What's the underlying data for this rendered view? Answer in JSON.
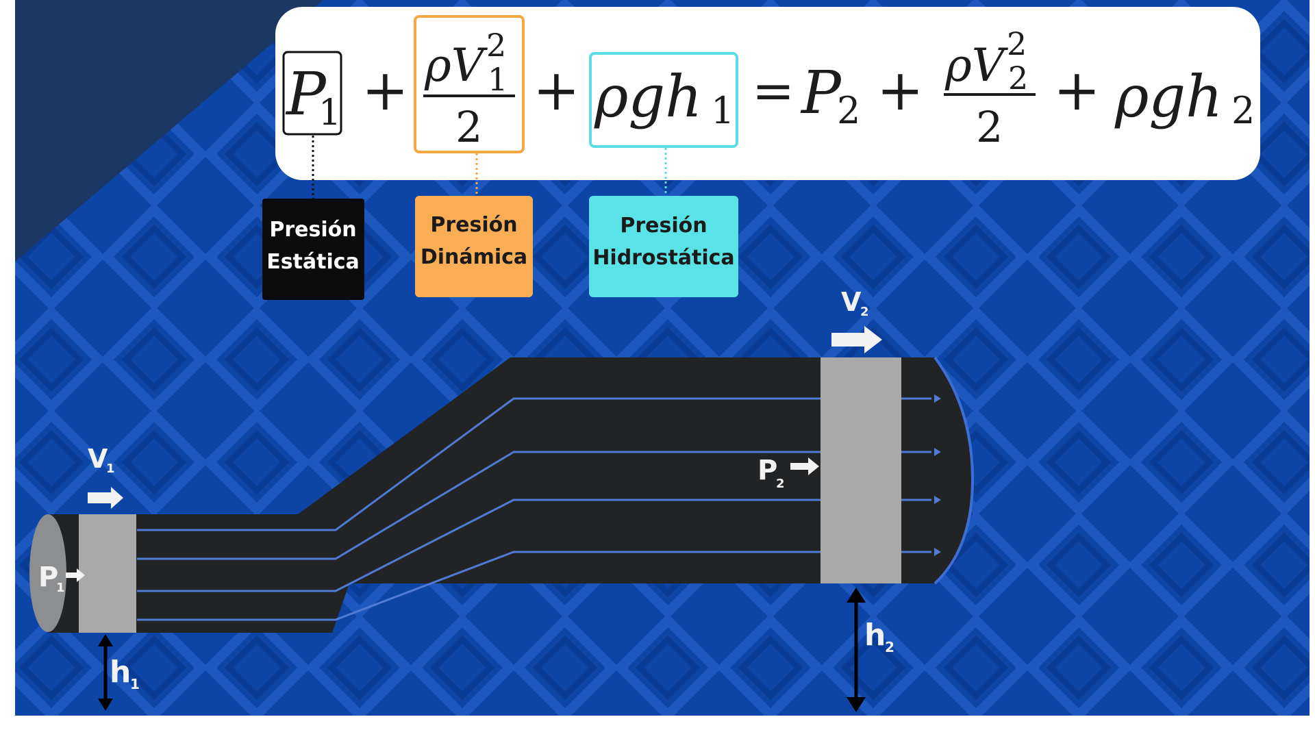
{
  "colors": {
    "background_blue": "#0d45a7",
    "corner_navy": "#1b3764",
    "pipe": "#222325",
    "section": "#a9a9a9",
    "streamline": "#4f7bd6",
    "static_label": "#0c0c0c",
    "dynamic_label": "#f9ae55",
    "hydrostatic_label": "#5ae3e6",
    "equation_panel": "#ffffff"
  },
  "equation": {
    "p": "P",
    "sub1": "1",
    "sub2": "2",
    "plus": "+",
    "equals": "=",
    "rho_v": "ρV",
    "sup": "2",
    "denominator": "2",
    "rho_g_h": "ρgh"
  },
  "labels": {
    "static": {
      "line1": "Presión",
      "line2": "Estática"
    },
    "dynamic": {
      "line1": "Presión",
      "line2": "Dinámica"
    },
    "hydrostatic": {
      "line1": "Presión",
      "line2": "Hidrostática"
    }
  },
  "diagram": {
    "v_letter": "V",
    "p_letter": "P",
    "h_letter": "h",
    "sub1": "1",
    "sub2": "2"
  }
}
